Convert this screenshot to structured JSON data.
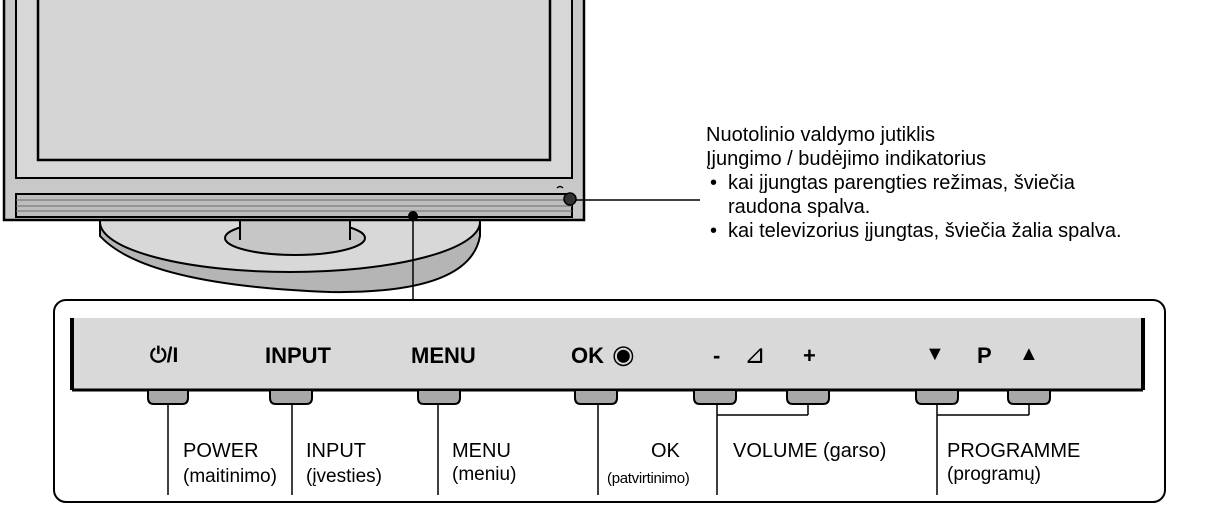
{
  "sensor_info": {
    "title": "Nuotolinio valdymo jutiklis",
    "indicator": "Įjungimo / budėjimo indikatorius",
    "bullet1": "kai įjungtas parengties režimas, šviečia",
    "bullet1_cont": "raudona spalva.",
    "bullet2": "kai televizorius įjungtas, šviečia žalia spalva.",
    "bullet_symbol": "•"
  },
  "panel_labels": {
    "power": "⏻/I",
    "input": "INPUT",
    "menu": "MENU",
    "ok": "OK",
    "ok_symbol": "◉",
    "vol_minus": "-",
    "vol_symbol": "⊿",
    "vol_plus": "+",
    "prog_down": "▼",
    "prog_p": "P",
    "prog_up": "▲"
  },
  "callouts": {
    "power": {
      "main": "POWER",
      "sub": "(maitinimo)"
    },
    "input": {
      "main": "INPUT",
      "sub": "(įvesties)"
    },
    "menu": {
      "main": "MENU",
      "sub": "(meniu)"
    },
    "ok": {
      "main": "OK",
      "sub": "(patvirtinimo)"
    },
    "volume": {
      "main": "VOLUME (garso)"
    },
    "programme": {
      "main": "PROGRAMME",
      "sub": "(programų)"
    }
  }
}
